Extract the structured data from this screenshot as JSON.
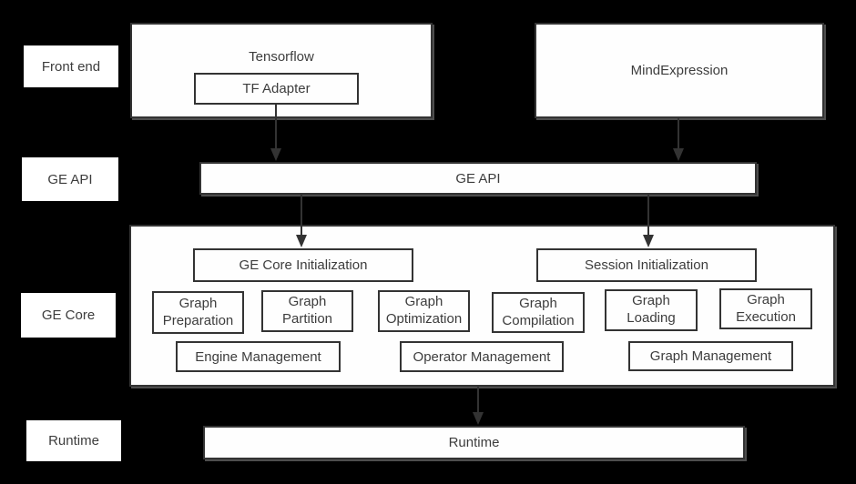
{
  "colors": {
    "background": "#000000",
    "box_fill": "#fefefe",
    "box_border": "#333333",
    "text": "#3d3d3d",
    "arrow": "#333333"
  },
  "row_labels": {
    "front_end": "Front end",
    "ge_api": "GE API",
    "ge_core": "GE Core",
    "runtime": "Runtime"
  },
  "front_end": {
    "tensorflow": "Tensorflow",
    "tf_adapter": "TF Adapter",
    "mindexpression": "MindExpression"
  },
  "ge_api": {
    "label": "GE API"
  },
  "ge_core": {
    "ge_core_initialization": "GE Core Initialization",
    "session_initialization": "Session Initialization",
    "stages": [
      {
        "label": "Graph\nPreparation"
      },
      {
        "label": "Graph\nPartition"
      },
      {
        "label": "Graph\nOptimization"
      },
      {
        "label": "Graph\nCompilation"
      },
      {
        "label": "Graph\nLoading"
      },
      {
        "label": "Graph\nExecution"
      }
    ],
    "management": [
      {
        "label": "Engine Management"
      },
      {
        "label": "Operator Management"
      },
      {
        "label": "Graph Management"
      }
    ]
  },
  "runtime": {
    "label": "Runtime"
  }
}
